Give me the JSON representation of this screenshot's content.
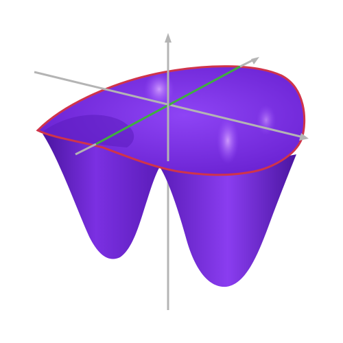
{
  "figure": {
    "description_kind": "3d-surface-render",
    "colors": {
      "background": "#ffffff",
      "surface": "#7a2fe0",
      "surface_dark": "#4a15a0",
      "surface_light": "#b06cff",
      "rim": "#d0344a",
      "axis": "#b4b4b4",
      "highlight_axis": "#3fae3f"
    },
    "axes": {
      "count": 3,
      "highlighted_axis_color": "green",
      "labels_shown": false
    }
  }
}
